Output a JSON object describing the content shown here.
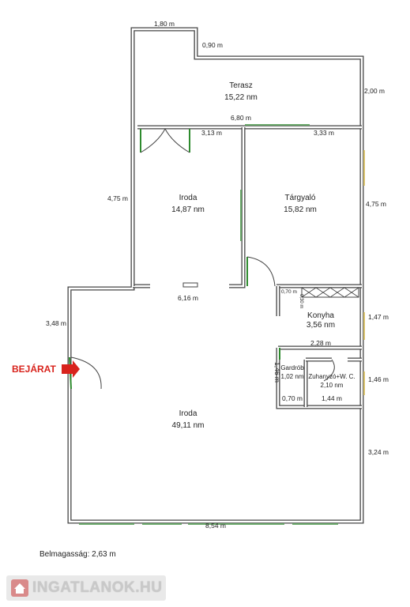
{
  "rooms": {
    "terrace": {
      "name": "Terasz",
      "area": "15,22 nm"
    },
    "office_small": {
      "name": "Iroda",
      "area": "14,87 nm"
    },
    "meeting": {
      "name": "Tárgyaló",
      "area": "15,82 nm"
    },
    "kitchen": {
      "name": "Konyha",
      "area": "3,56 nm"
    },
    "wardrobe": {
      "name": "Gardrób",
      "area": "1,02 nm"
    },
    "bath": {
      "name": "Zuhanyzó+W. C.",
      "area": "2,10 nm"
    },
    "office_large": {
      "name": "Iroda",
      "area": "49,11 nm"
    }
  },
  "dimensions": {
    "top_width": "1,80 m",
    "top_step": "0,90 m",
    "terrace_right": "2,00 m",
    "terrace_width": "6,80 m",
    "office_small_width": "3,13 m",
    "meeting_width": "3,33 m",
    "left_upper_height": "4,75 m",
    "right_upper_height": "4,75 m",
    "middle_width": "6,16 m",
    "kitchen_small_1": "0,70 m",
    "kitchen_small_2": "0,30 m",
    "kitchen_height": "1,47 m",
    "left_entry_height": "3,48 m",
    "kitchen_width": "2,28 m",
    "wardrobe_height": "1,46 m",
    "bath_height": "1,46 m",
    "wardrobe_width": "0,70 m",
    "bath_width": "1,44 m",
    "right_lower_height": "3,24 m",
    "bottom_width": "8,54 m"
  },
  "entrance_label": "BEJÁRAT",
  "ceiling_height_note": "Belmagasság: 2,63 m",
  "logo_text": "INGATLANOK.HU",
  "colors": {
    "wall": "#444444",
    "door": "#2e8b2e",
    "window": "#6aa86a",
    "entrance": "#d8231c"
  }
}
